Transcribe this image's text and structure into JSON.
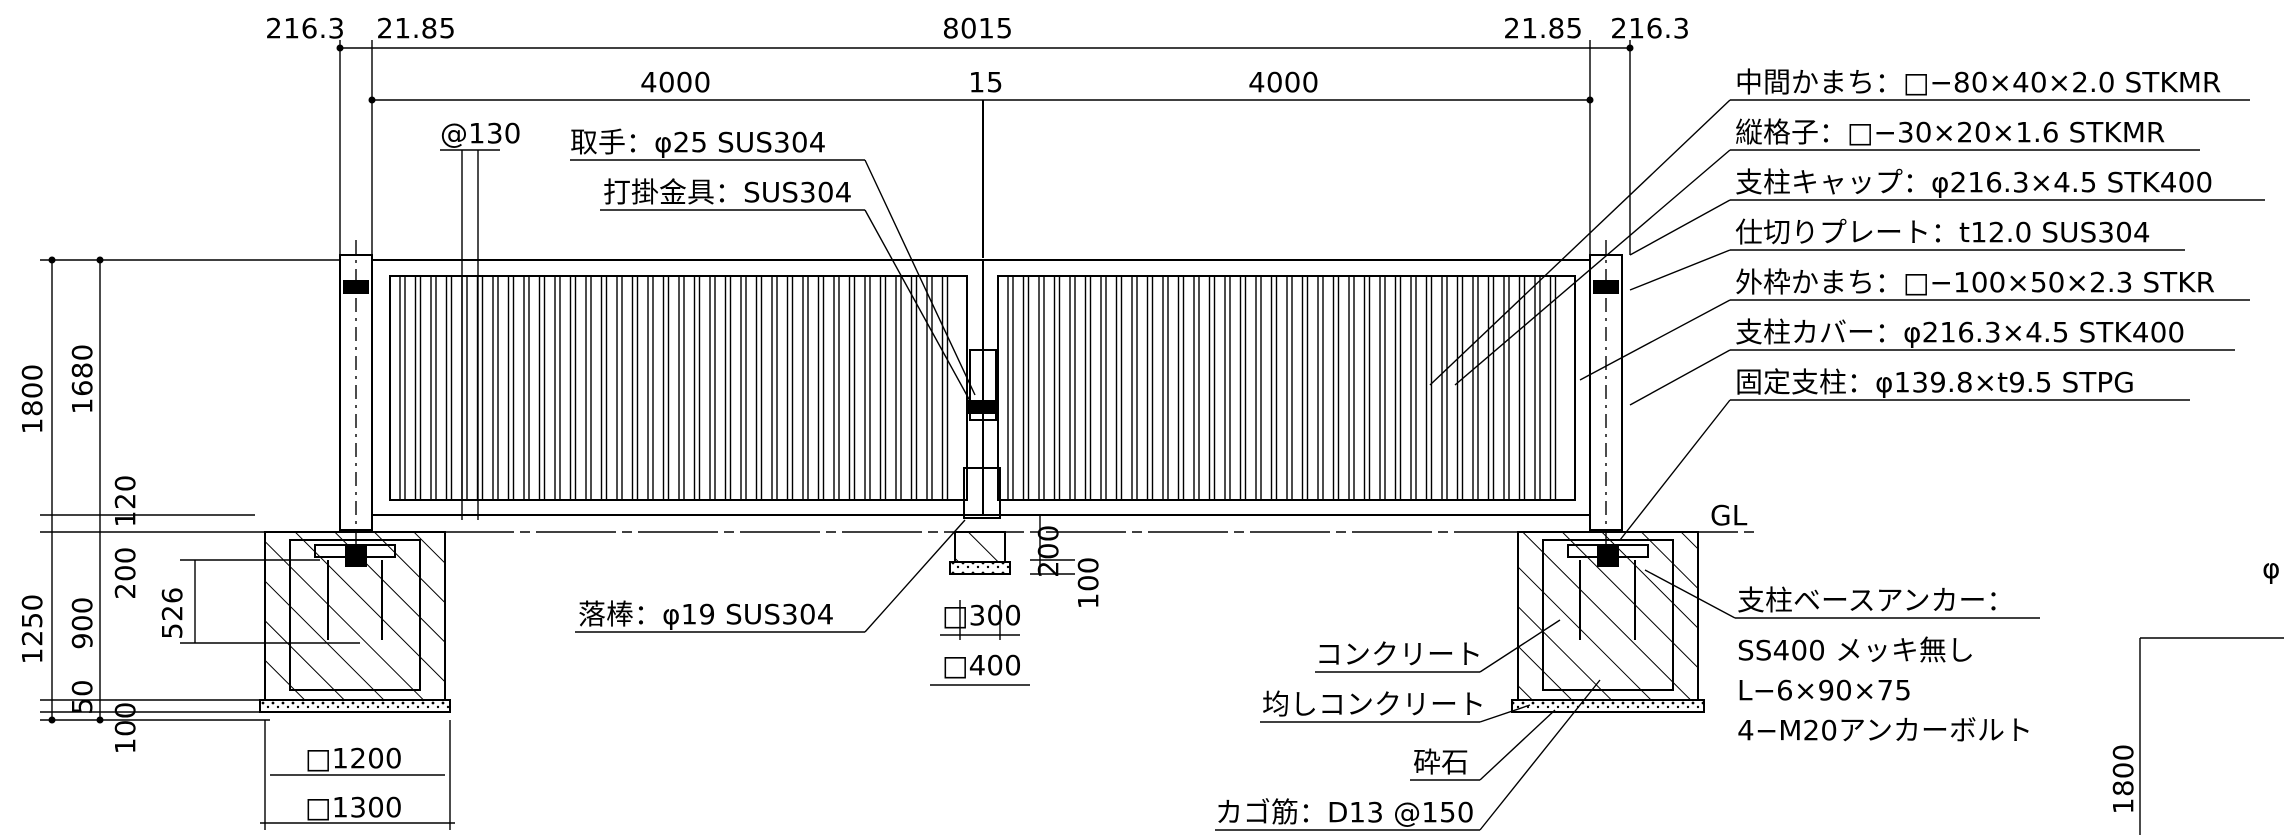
{
  "top_dims": {
    "left_outer": "216.3",
    "left_inner": "21.85",
    "total": "8015",
    "right_inner": "21.85",
    "right_outer": "216.3",
    "leaf_left": "4000",
    "gap": "15",
    "leaf_right": "4000"
  },
  "left_dims": {
    "total_height": "1800",
    "gate_height": "1680",
    "clearance": "120",
    "foundation_total": "1250",
    "embed_200": "200",
    "embed_526": "526",
    "footing_900": "900",
    "leveling_50": "50",
    "gravel_100": "100"
  },
  "bottom_dims": {
    "footing_inner": "□1200",
    "footing_outer": "□1300",
    "pit_300": "□300",
    "pit_400": "□400",
    "pit_depth_200": "200",
    "pit_depth_100": "100",
    "pitch": "@130"
  },
  "labels": {
    "handle": "取手：φ25 SUS304",
    "latch": "打掛金具：SUS304",
    "drop_rod": "落棒：φ19 SUS304",
    "concrete": "コンクリート",
    "leveling_concrete": "均しコンクリート",
    "gravel": "砕石",
    "rebar_cage": "カゴ筋：D13 @150",
    "ground_line": "GL",
    "mid_frame": "中間かまち：□−80×40×2.0 STKMR",
    "vertical_bars": "縦格子：□−30×20×1.6 STKMR",
    "post_cap": "支柱キャップ：φ216.3×4.5 STK400",
    "partition_plate": "仕切りプレート：t12.0 SUS304",
    "outer_frame": "外枠かまち：□−100×50×2.3 STKR",
    "post_cover": "支柱カバー：φ216.3×4.5 STK400",
    "fixed_post": "固定支柱：φ139.8×t9.5 STPG",
    "anchor_title": "支柱ベースアンカー：",
    "anchor_line1": "SS400 メッキ無し",
    "anchor_line2": "L−6×90×75",
    "anchor_line3": "4−M20アンカーボルト"
  },
  "right_partial": {
    "phi": "φ",
    "height": "1800"
  }
}
